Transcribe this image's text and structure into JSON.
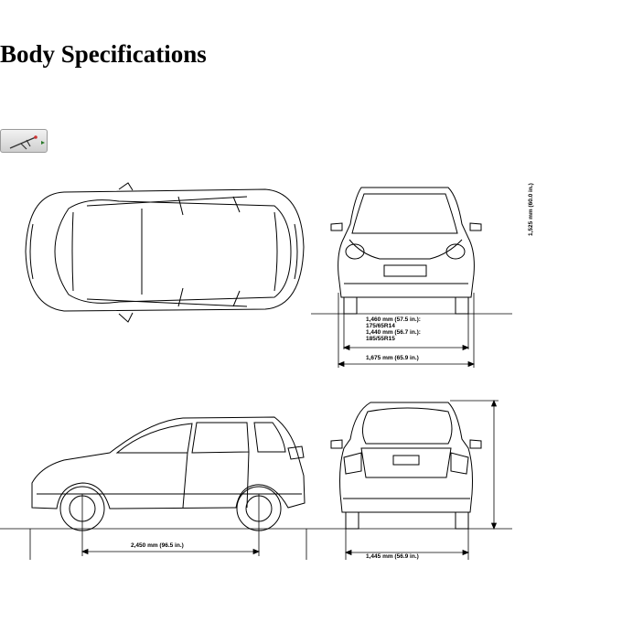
{
  "page": {
    "title": "Body Specifications"
  },
  "toolbar": {
    "media_button_icon": "drafting-compass-icon"
  },
  "dimensions": {
    "height": "1,525 mm (60.0 in.)",
    "front_track_1": "1,460 mm (57.5 in.):",
    "front_tire_1": "175/65R14",
    "front_track_2": "1,440 mm (56.7 in.):",
    "front_tire_2": "185/55R15",
    "width": "1,675 mm (65.9 in.)",
    "wheelbase": "2,450 mm (96.5 in.)",
    "rear_track": "1,445 mm (56.9 in.)"
  }
}
